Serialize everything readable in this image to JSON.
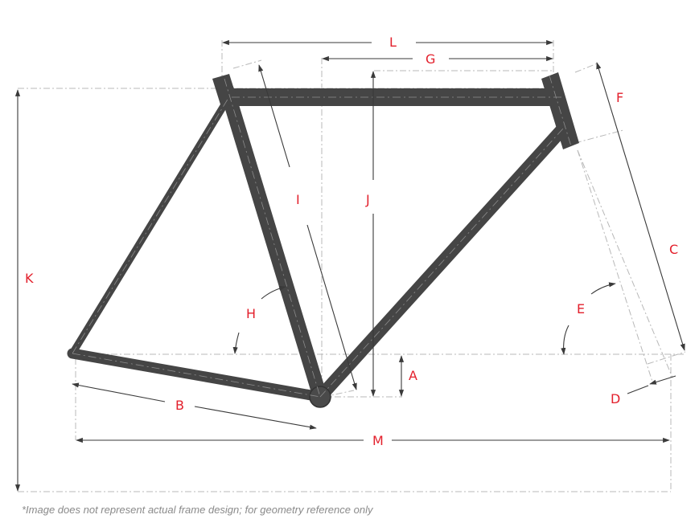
{
  "diagram": {
    "type": "bicycle-frame-geometry",
    "labels": {
      "A": "A",
      "B": "B",
      "C": "C",
      "D": "D",
      "E": "E",
      "F": "F",
      "G": "G",
      "H": "H",
      "I": "I",
      "J": "J",
      "K": "K",
      "L": "L",
      "M": "M"
    },
    "colors": {
      "label": "#e3202c",
      "tube": "#454545",
      "dimension_line": "#3a3a3a",
      "reference_line": "#b8b8b8",
      "footnote": "#8a8a8a"
    }
  },
  "footnote": "*Image does not represent actual frame design; for geometry reference only"
}
